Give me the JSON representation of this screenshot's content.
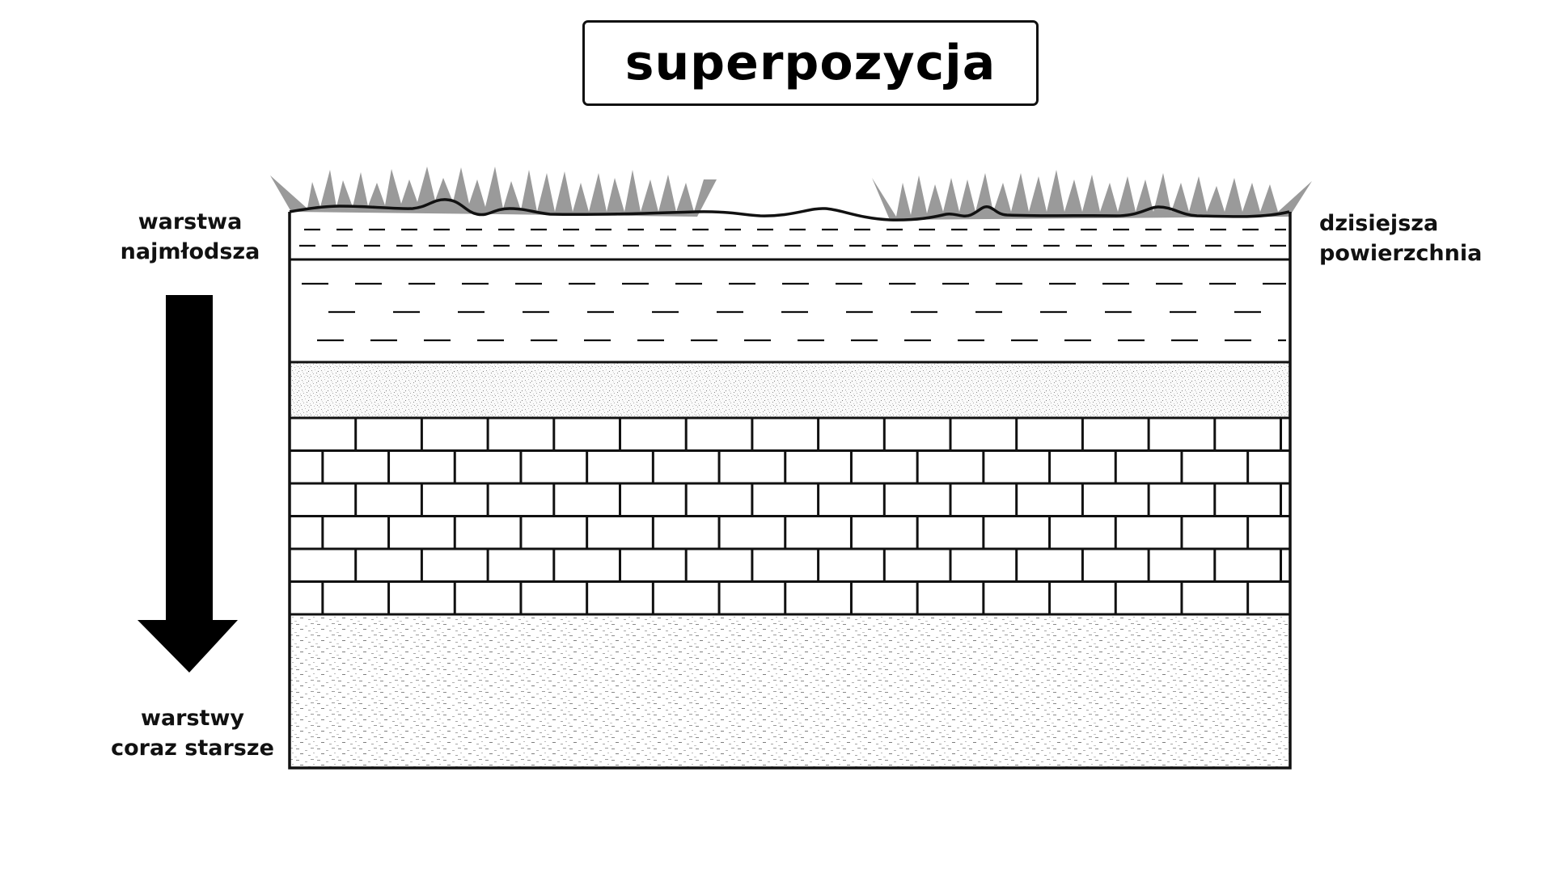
{
  "title": "superpozycja",
  "labels": {
    "youngest_layer": [
      "warstwa",
      "najmłodsza"
    ],
    "older_layers": [
      "warstwy",
      "coraz starsze"
    ],
    "present_surface": [
      "dzisiejsza",
      "powierzchnia"
    ]
  },
  "arrow": {
    "direction": "down",
    "meaning": "age increases with depth"
  },
  "strata": [
    {
      "order": 1,
      "pattern": "short-dashes",
      "description": "topmost layer under surface"
    },
    {
      "order": 2,
      "pattern": "long-dashes"
    },
    {
      "order": 3,
      "pattern": "fine-stipple"
    },
    {
      "order": 4,
      "pattern": "bricks"
    },
    {
      "order": 5,
      "pattern": "dash-specks"
    }
  ],
  "colors": {
    "line": "#111111",
    "grass": "#9a9a9a",
    "stipple": "#8a8a8a",
    "background": "#ffffff"
  }
}
